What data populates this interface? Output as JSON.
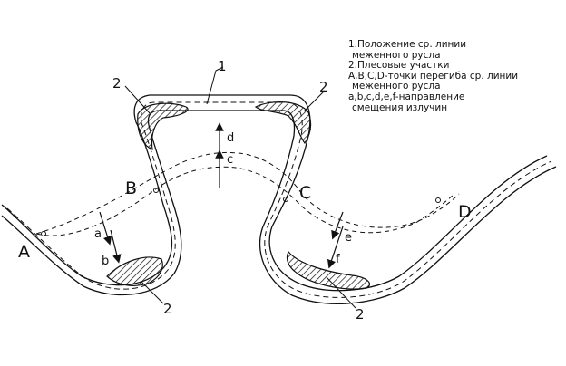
{
  "legend": {
    "line1": "1.Положение ср. линии",
    "line2": "меженного русла",
    "line3": "2.Плесовые участки",
    "line4": "A,B,C,D-точки перегиба ср. линии",
    "line5": "меженного русла",
    "line6": "a,b,c,d,e,f-направление",
    "line7": "смещения излучин"
  },
  "labels": {
    "A": "A",
    "B": "B",
    "C": "C",
    "D": "D",
    "one": "1",
    "two": "2",
    "a": "a",
    "b": "b",
    "c": "c",
    "d": "d",
    "e": "e",
    "f": "f"
  }
}
